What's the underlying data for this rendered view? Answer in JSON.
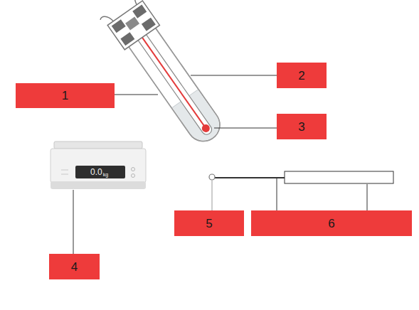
{
  "diagram": {
    "nodes": [
      {
        "text": [
          "1"
        ]
      },
      {
        "text": [
          "2"
        ]
      },
      {
        "text": [
          "3"
        ]
      },
      {
        "text": [
          "4"
        ]
      },
      {
        "text": [
          "5"
        ]
      },
      {
        "text": [
          "6"
        ]
      }
    ],
    "labels": [
      "0.0",
      "kg"
    ]
  }
}
